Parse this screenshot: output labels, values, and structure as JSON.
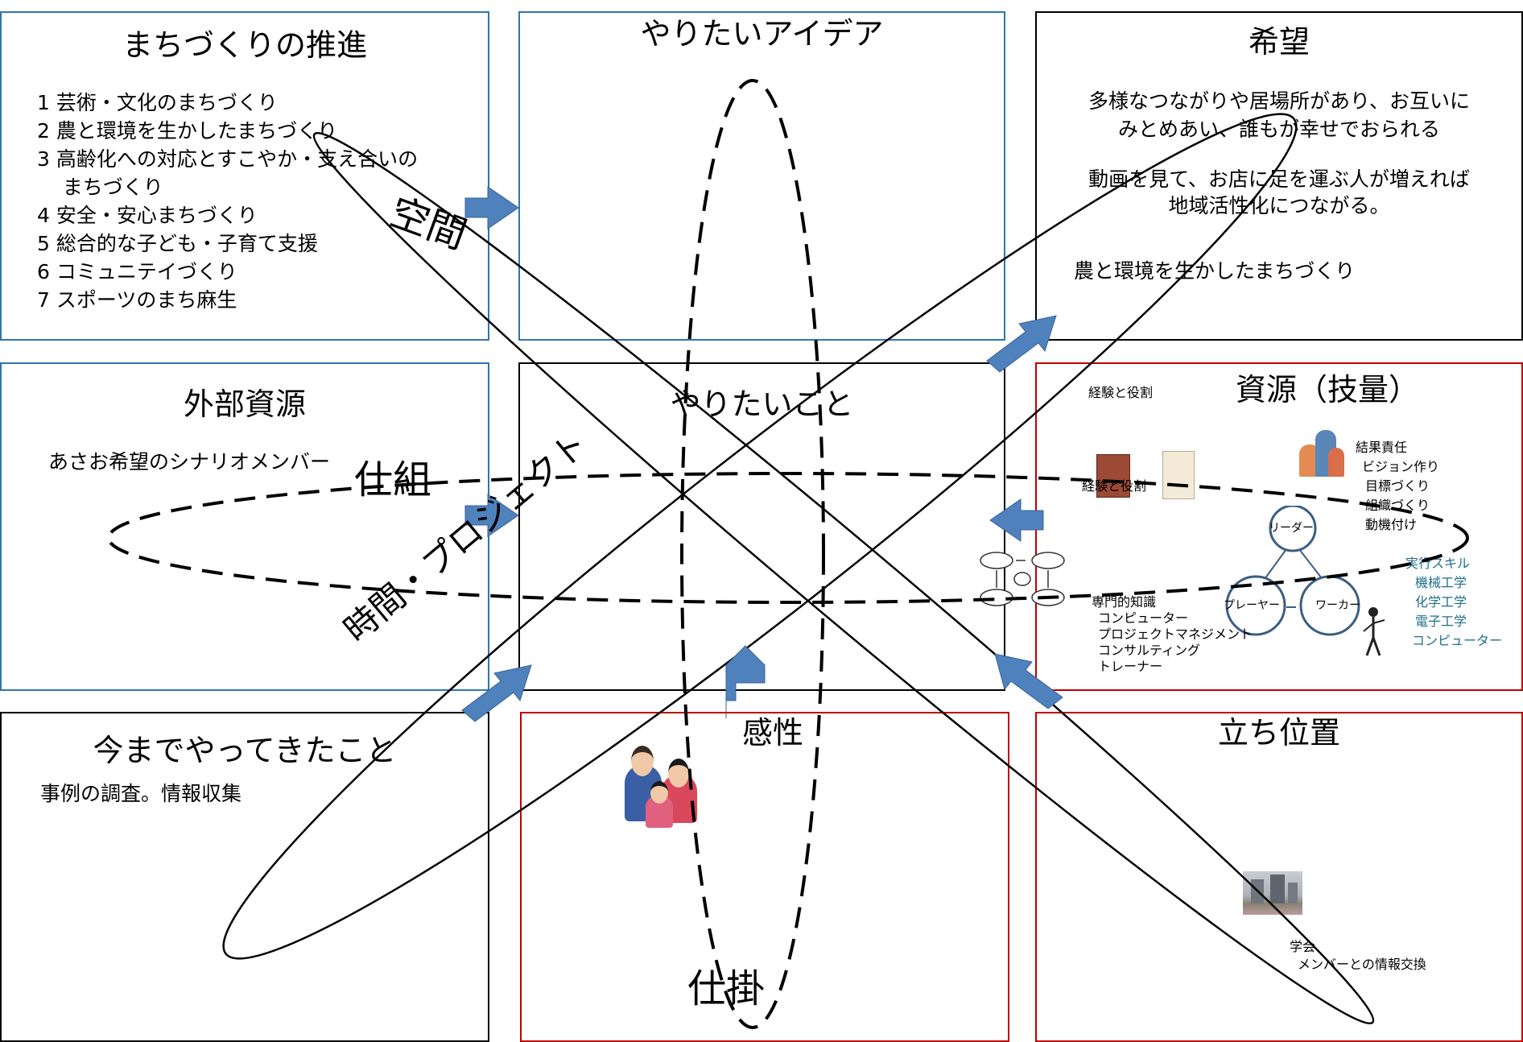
{
  "panels": {
    "promotion": {
      "title": "まちづくりの推進",
      "items": [
        "1  芸術・文化のまちづくり",
        "2  農と環境を生かしたまちづくり",
        "3  高齢化への対応とすこやか・支え合いの",
        "    まちづくり",
        "4  安全・安心まちづくり",
        "5  総合的な子ども・子育て支援",
        "6  コミュニテイづくり",
        "7  スポーツのまち麻生"
      ]
    },
    "ideas": {
      "title": "やりたいアイデア"
    },
    "hope": {
      "title": "希望",
      "lines": [
        "多様なつながりや居場所があり、お互いに",
        "みとめあい、誰もが幸せでおられる",
        "動画を見て、お店に足を運ぶ人が増えれば",
        "地域活性化につながる。",
        "農と環境を生かしたまちづくり"
      ]
    },
    "external": {
      "title": "外部資源",
      "text": "あさお希望のシナリオメンバー"
    },
    "want": {
      "title": "やりたいこと"
    },
    "resources": {
      "title": "資源（技量）",
      "exp_label": "経験と役割",
      "book_label": "経験と役割",
      "responsibility": [
        "結果責任",
        "ビジョン作り",
        "目標づくり",
        "組織づくり",
        "動機付け"
      ],
      "leader": "リーダー",
      "player": "プレーヤー",
      "worker": "ワーカー",
      "exec_skills": [
        "実行スキル",
        "機械工学",
        "化学工学",
        "電子工学",
        "コンピューター"
      ],
      "expert": [
        "専門的知識",
        "コンピューター",
        "プロジェクトマネジメント",
        "コンサルティング",
        "トレーナー"
      ]
    },
    "past": {
      "title": "今までやってきたこと",
      "text": "事例の調査。情報収集"
    },
    "sense": {
      "title": "感性"
    },
    "position": {
      "title": "立ち位置",
      "society": "学会",
      "exchange": "メンバーとの情報交換"
    }
  },
  "overlay_labels": {
    "space": "空間",
    "mechanism": "仕組",
    "time_project": "時間・プロジェクト",
    "trigger": "仕掛"
  },
  "colors": {
    "blue": "#2e75b6",
    "red": "#c00000",
    "arrow": "#4f81bd",
    "teal": "#1f6f8b"
  }
}
